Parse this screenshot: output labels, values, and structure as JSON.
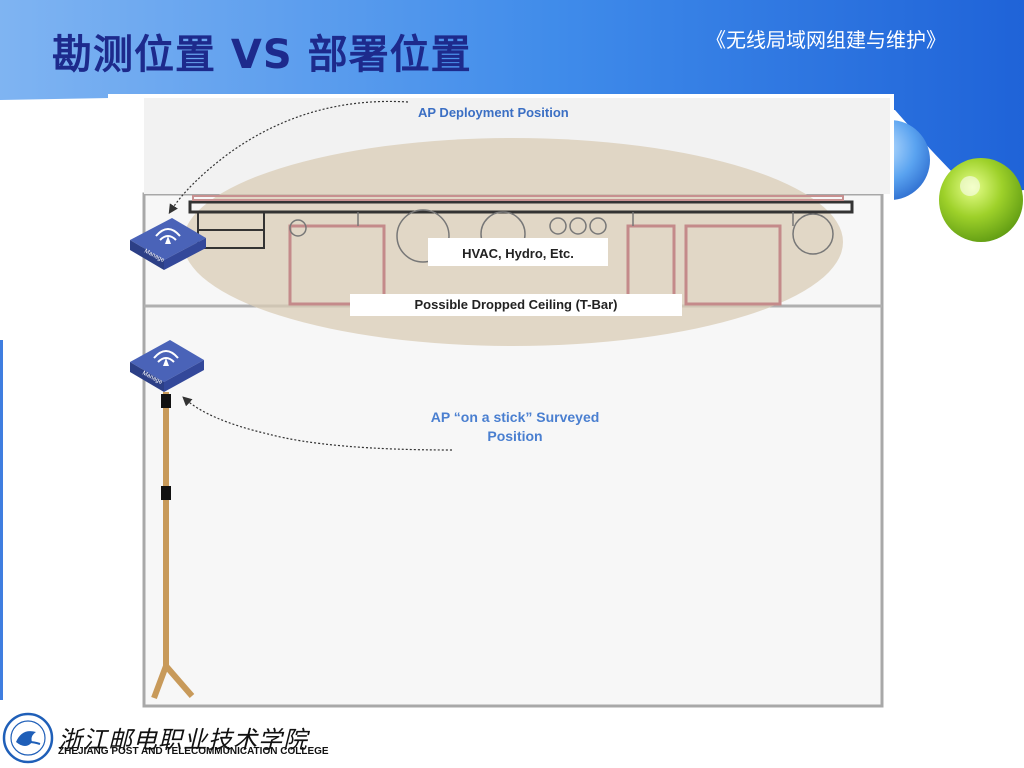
{
  "slide": {
    "title": "勘测位置 VS 部署位置",
    "book": "《无线局域网组建与维护》"
  },
  "diagram": {
    "ap_deployment_label": "AP Deployment Position",
    "hvac_label": "HVAC, Hydro, Etc.",
    "ceiling_label": "Possible Dropped Ceiling (T-Bar)",
    "stick_label_line1": "AP “on a stick” Surveyed",
    "stick_label_line2": "Position",
    "ap_device_text": "Manage"
  },
  "footer": {
    "school_cn": "浙江邮电职业技术学院",
    "school_en": "ZHEJIANG POST AND TELECOMMUNICATION COLLEGE"
  },
  "colors": {
    "title": "#1d2a8c",
    "header_blue": "#2f7fe8",
    "ap_device": "#3a4fa0",
    "stick": "#c89a5a",
    "ellipse": "#d6c7b0",
    "label_blue": "#3b6fc4"
  },
  "icons": {
    "logo": "college-seal-icon",
    "ap": "wireless-access-point-icon"
  }
}
